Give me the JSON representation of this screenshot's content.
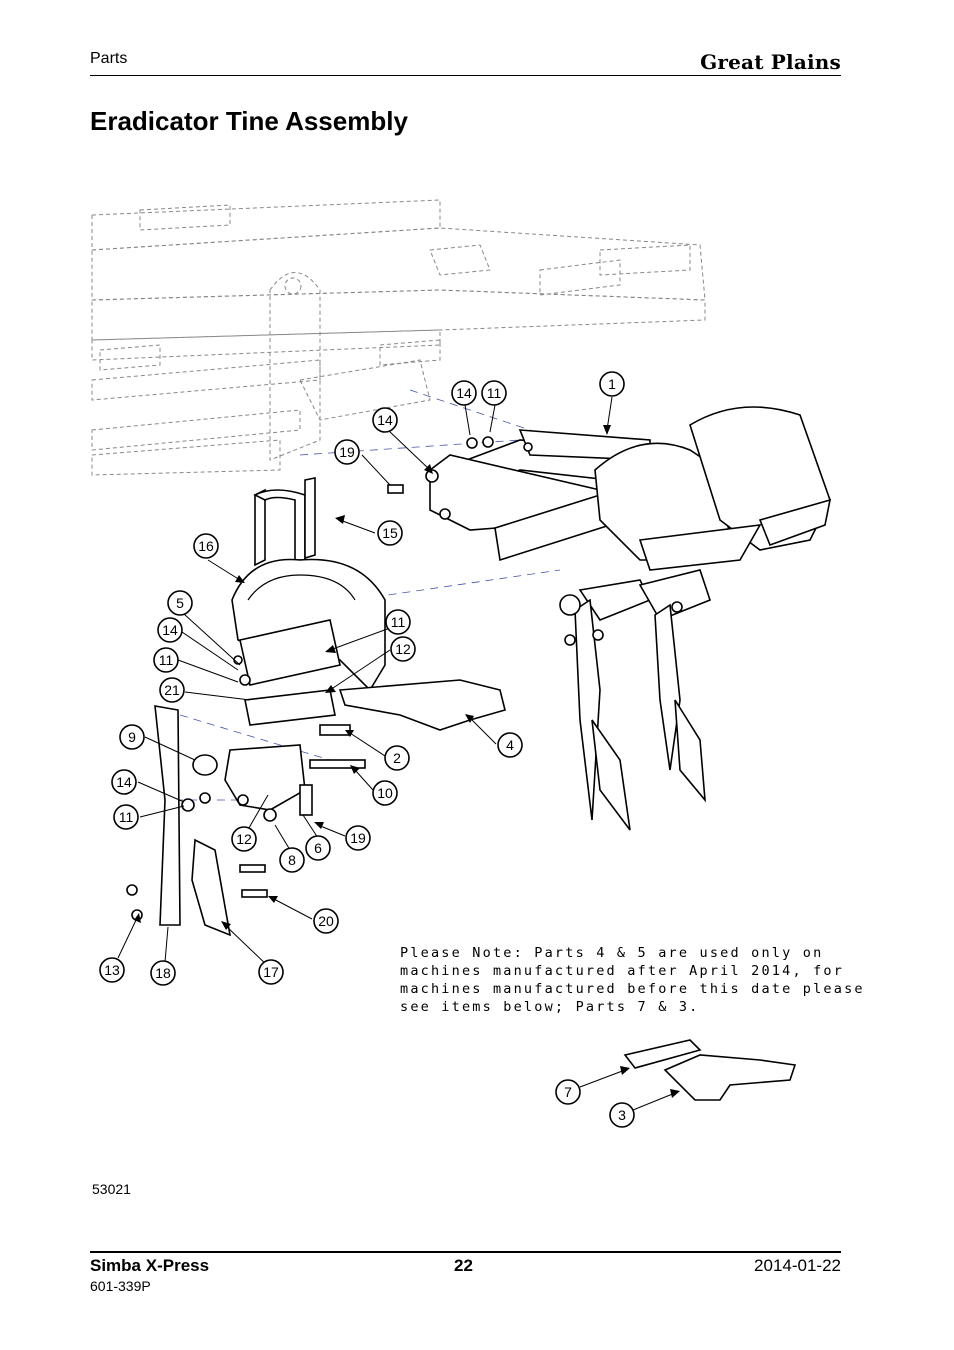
{
  "header": {
    "section": "Parts",
    "brand": "Great Plains"
  },
  "page_title": "Eradicator Tine Assembly",
  "diagram": {
    "callouts": [
      {
        "id": "c1",
        "label": "1"
      },
      {
        "id": "c2",
        "label": "2"
      },
      {
        "id": "c3",
        "label": "3"
      },
      {
        "id": "c4",
        "label": "4"
      },
      {
        "id": "c5",
        "label": "5"
      },
      {
        "id": "c6",
        "label": "6"
      },
      {
        "id": "c7",
        "label": "7"
      },
      {
        "id": "c8",
        "label": "8"
      },
      {
        "id": "c9",
        "label": "9"
      },
      {
        "id": "c10",
        "label": "10"
      },
      {
        "id": "c11a",
        "label": "11"
      },
      {
        "id": "c11b",
        "label": "11"
      },
      {
        "id": "c11c",
        "label": "11"
      },
      {
        "id": "c11d",
        "label": "11"
      },
      {
        "id": "c12a",
        "label": "12"
      },
      {
        "id": "c12b",
        "label": "12"
      },
      {
        "id": "c13",
        "label": "13"
      },
      {
        "id": "c14a",
        "label": "14"
      },
      {
        "id": "c14b",
        "label": "14"
      },
      {
        "id": "c14c",
        "label": "14"
      },
      {
        "id": "c14d",
        "label": "14"
      },
      {
        "id": "c15",
        "label": "15"
      },
      {
        "id": "c16",
        "label": "16"
      },
      {
        "id": "c17",
        "label": "17"
      },
      {
        "id": "c18",
        "label": "18"
      },
      {
        "id": "c19a",
        "label": "19"
      },
      {
        "id": "c19b",
        "label": "19"
      },
      {
        "id": "c20",
        "label": "20"
      },
      {
        "id": "c21",
        "label": "21"
      }
    ],
    "note_lines": [
      "Please Note: Parts 4 & 5 are used only on",
      "machines manufactured after April 2014, for",
      "machines manufactured before this date please",
      "see items below; Parts 7 & 3."
    ]
  },
  "figure_number": "53021",
  "footer": {
    "product": "Simba X-Press",
    "page": "22",
    "date": "2014-01-22",
    "doc_number": "601-339P"
  }
}
